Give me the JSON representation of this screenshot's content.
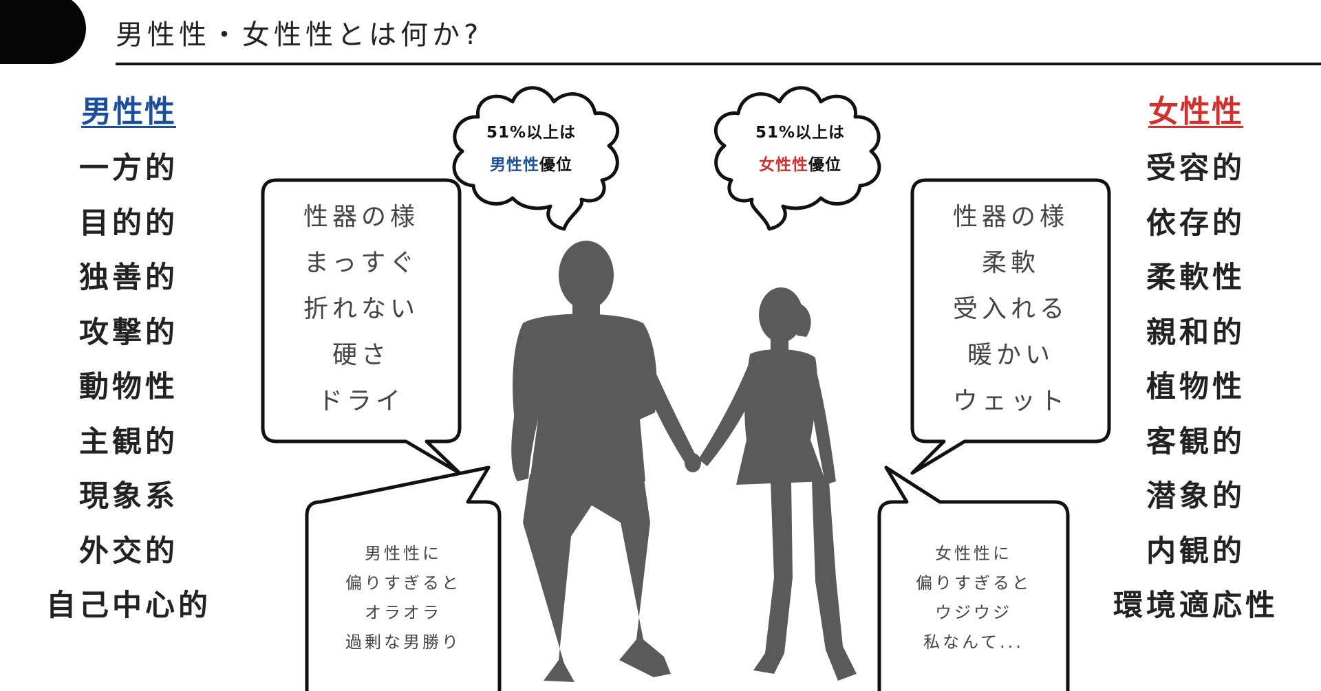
{
  "header": {
    "title": "男性性・女性性とは何か?"
  },
  "masculine": {
    "heading": "男性性",
    "traits": [
      "一方的",
      "目的的",
      "独善的",
      "攻撃的",
      "動物性",
      "主観的",
      "現象系",
      "外交的",
      "自己中心的"
    ],
    "cloud_line1": "51%以上は",
    "cloud_highlight": "男性性",
    "cloud_suffix": "優位",
    "genital_lines": [
      "性器の様",
      "まっすぐ",
      "折れない",
      "硬さ",
      "ドライ"
    ],
    "excess_lines": [
      "男性性に",
      "偏りすぎると",
      "オラオラ",
      "過剰な男勝り"
    ]
  },
  "feminine": {
    "heading": "女性性",
    "traits": [
      "受容的",
      "依存的",
      "柔軟性",
      "親和的",
      "植物性",
      "客観的",
      "潜象的",
      "内観的",
      "環境適応性"
    ],
    "cloud_line1": "51%以上は",
    "cloud_highlight": "女性性",
    "cloud_suffix": "優位",
    "genital_lines": [
      "性器の様",
      "柔軟",
      "受入れる",
      "暖かい",
      "ウェット"
    ],
    "excess_lines": [
      "女性性に",
      "偏りすぎると",
      "ウジウジ",
      "私なんて..."
    ]
  },
  "colors": {
    "masculine": "#1b4f9c",
    "feminine": "#d32f2f",
    "silhouette": "#5a5a5a"
  },
  "icons": [
    "man-silhouette-icon",
    "woman-silhouette-icon"
  ]
}
